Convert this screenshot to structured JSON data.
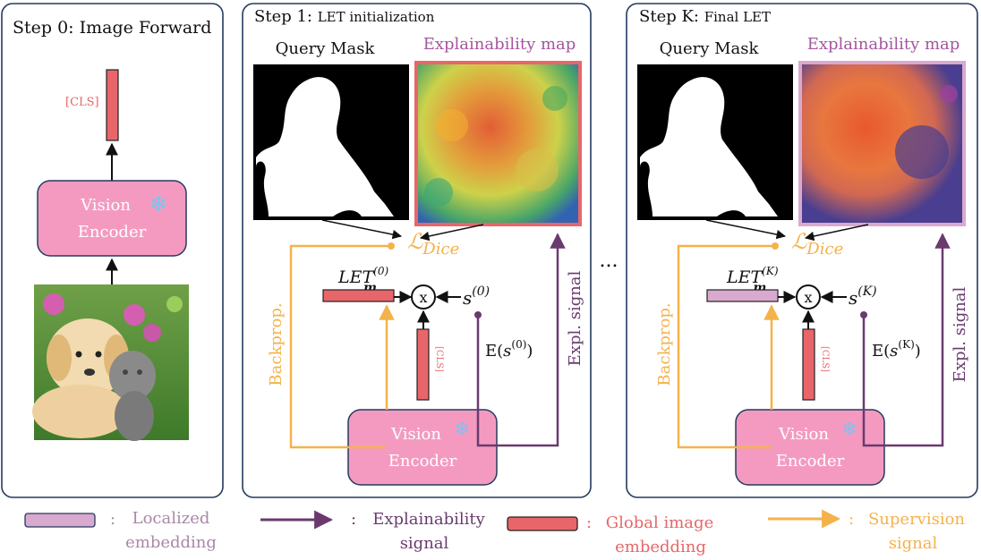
{
  "panel0": {
    "title": "Step 0: Image Forward",
    "cls_label": "[CLS]",
    "encoder_line1": "Vision",
    "encoder_line2": "Encoder"
  },
  "panel1": {
    "title_main": "Step 1: ",
    "title_sub": "LET initialization",
    "query_mask_label": "Query Mask",
    "expl_map_label": "Explainability map",
    "loss_base": "ℒ",
    "loss_sub": "Dice",
    "let_base": "LET",
    "let_sub": "m",
    "let_sup": "(0)",
    "s_base": "s",
    "s_sup": "(0)",
    "e_prefix": "E(",
    "e_base": "s",
    "e_sup": "(0)",
    "e_suffix": ")",
    "times": "x",
    "cls_label": "[CLS]",
    "backprop": "Backprop.",
    "expl_signal": "Expl. signal",
    "encoder_line1": "Vision",
    "encoder_line2": "Encoder"
  },
  "ellipsis": "...",
  "panelK": {
    "title_main": "Step K: ",
    "title_sub": "Final LET",
    "query_mask_label": "Query Mask",
    "expl_map_label": "Explainability map",
    "loss_base": "ℒ",
    "loss_sub": "Dice",
    "let_base": "LET",
    "let_sub": "m",
    "let_sup": "(K)",
    "s_base": "s",
    "s_sup": "(K)",
    "e_prefix": "E(",
    "e_base": "s",
    "e_sup": "(K)",
    "e_suffix": ")",
    "times": "x",
    "cls_label": "[CLS]",
    "backprop": "Backprop.",
    "expl_signal": "Expl. signal",
    "encoder_line1": "Vision",
    "encoder_line2": "Encoder"
  },
  "legend": {
    "localized": {
      "colon": ":",
      "line1": "Localized",
      "line2": "embedding"
    },
    "explainability": {
      "colon": ":",
      "line1": "Explainability",
      "line2": "signal"
    },
    "global": {
      "colon": ":",
      "line1": "Global image",
      "line2": "embedding"
    },
    "supervision": {
      "colon": ":",
      "line1": "Supervision",
      "line2": "signal"
    }
  },
  "colors": {
    "orange": "#f4b24a",
    "purple": "#6a3a6f",
    "red": "#e8666a",
    "lilac": "#d9a9cf",
    "pink": "#f49ac1",
    "navy": "#253a5e"
  }
}
